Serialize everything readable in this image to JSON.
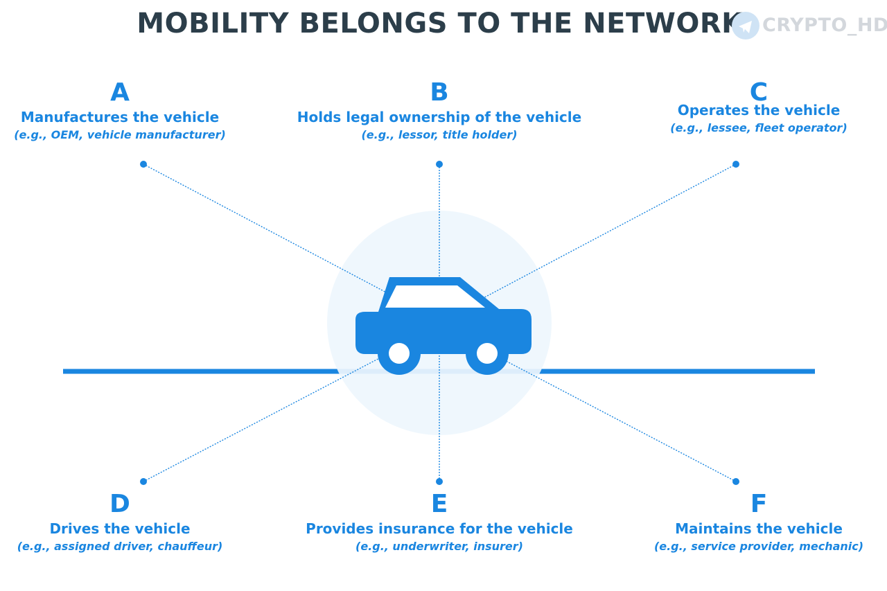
{
  "title": "MOBILITY BELONGS TO THE NETWORK",
  "watermark": {
    "text": "CRYPTO_HD",
    "icon": "telegram-plane-icon"
  },
  "colors": {
    "accent": "#1a86e0",
    "title": "#2c3e4a",
    "halo": "#eef6fd",
    "watermark": "#d3d7dc"
  },
  "center": {
    "icon": "car-icon"
  },
  "nodes": [
    {
      "id": "a",
      "letter": "A",
      "role": "Manufactures the vehicle",
      "example": "(e.g., OEM, vehicle manufacturer)"
    },
    {
      "id": "b",
      "letter": "B",
      "role": "Holds legal ownership of the vehicle",
      "example": "(e.g., lessor, title holder)"
    },
    {
      "id": "c",
      "letter": "C",
      "role": "Operates the vehicle",
      "example": "(e.g., lessee, fleet operator)"
    },
    {
      "id": "d",
      "letter": "D",
      "role": "Drives the vehicle",
      "example": "(e.g., assigned driver, chauffeur)"
    },
    {
      "id": "e",
      "letter": "E",
      "role": "Provides insurance for the vehicle",
      "example": "(e.g., underwriter, insurer)"
    },
    {
      "id": "f",
      "letter": "F",
      "role": "Maintains the vehicle",
      "example": "(e.g., service provider, mechanic)"
    }
  ]
}
